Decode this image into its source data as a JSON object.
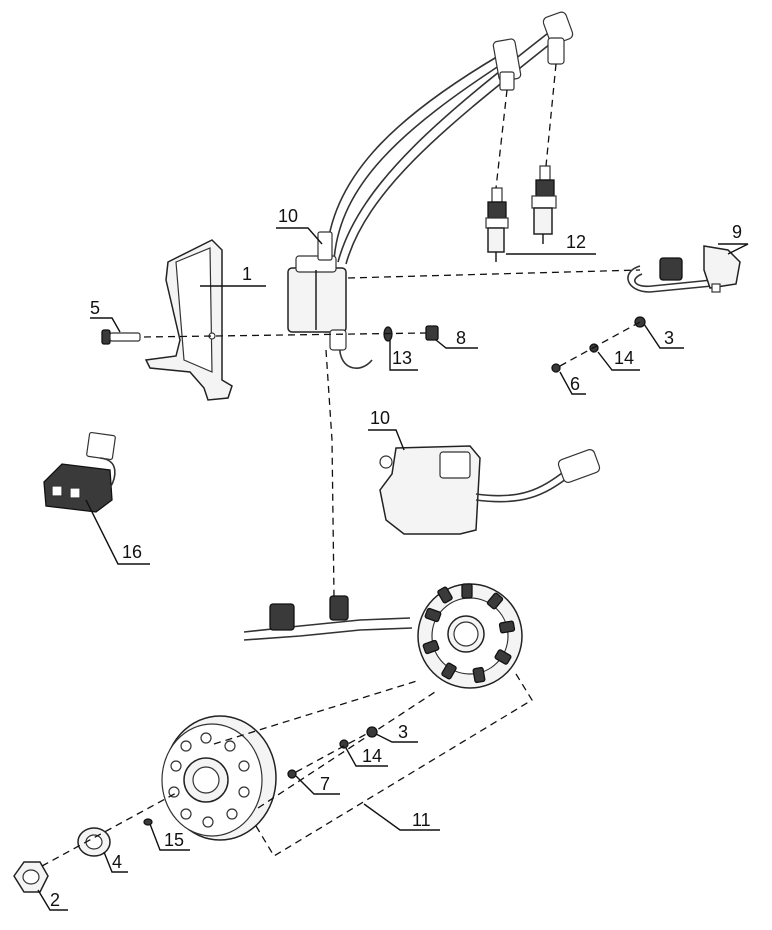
{
  "diagram": {
    "callouts": [
      {
        "id": "1",
        "label": "1"
      },
      {
        "id": "2",
        "label": "2"
      },
      {
        "id": "3a",
        "label": "3"
      },
      {
        "id": "3b",
        "label": "3"
      },
      {
        "id": "4",
        "label": "4"
      },
      {
        "id": "5",
        "label": "5"
      },
      {
        "id": "6",
        "label": "6"
      },
      {
        "id": "7",
        "label": "7"
      },
      {
        "id": "8",
        "label": "8"
      },
      {
        "id": "9",
        "label": "9"
      },
      {
        "id": "10a",
        "label": "10"
      },
      {
        "id": "10b",
        "label": "10"
      },
      {
        "id": "11",
        "label": "11"
      },
      {
        "id": "12",
        "label": "12"
      },
      {
        "id": "13",
        "label": "13"
      },
      {
        "id": "14a",
        "label": "14"
      },
      {
        "id": "14b",
        "label": "14"
      },
      {
        "id": "15",
        "label": "15"
      },
      {
        "id": "16",
        "label": "16"
      }
    ]
  }
}
